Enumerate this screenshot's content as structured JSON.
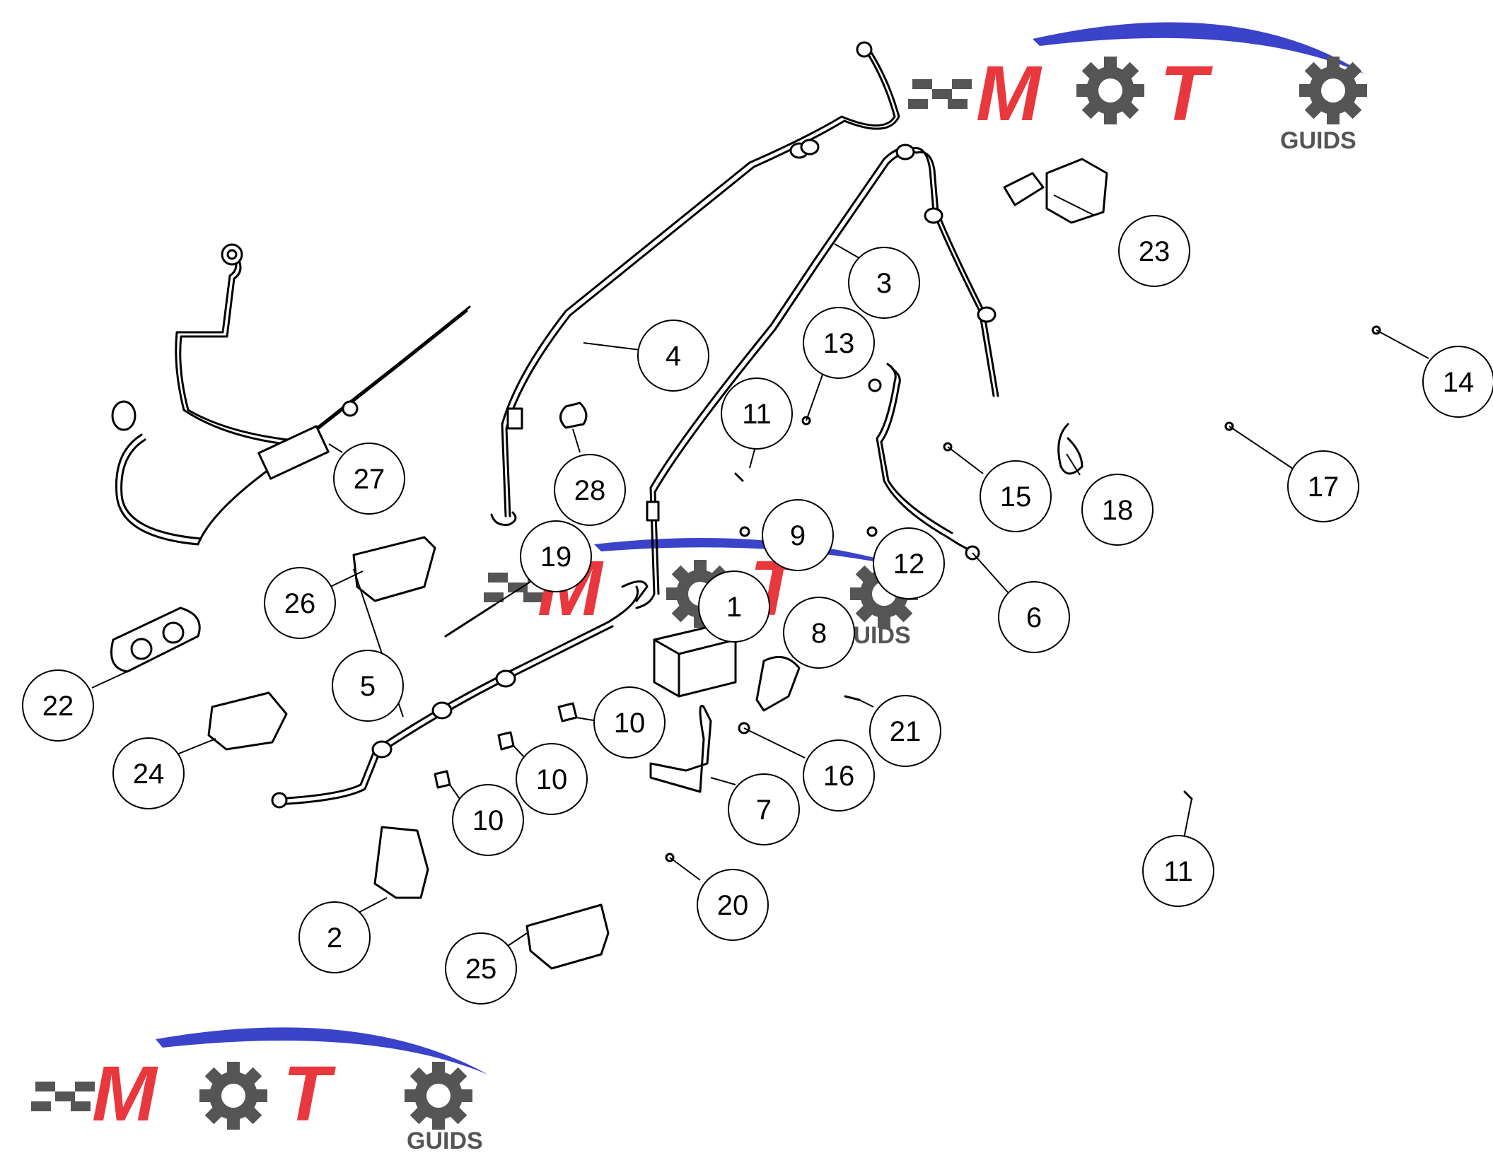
{
  "diagram": {
    "callouts": [
      {
        "id": "c1",
        "label": "1"
      },
      {
        "id": "c2",
        "label": "2"
      },
      {
        "id": "c3",
        "label": "3"
      },
      {
        "id": "c4",
        "label": "4"
      },
      {
        "id": "c5",
        "label": "5"
      },
      {
        "id": "c6",
        "label": "6"
      },
      {
        "id": "c7",
        "label": "7"
      },
      {
        "id": "c8",
        "label": "8"
      },
      {
        "id": "c9",
        "label": "9"
      },
      {
        "id": "c10a",
        "label": "10"
      },
      {
        "id": "c10b",
        "label": "10"
      },
      {
        "id": "c10c",
        "label": "10"
      },
      {
        "id": "c11a",
        "label": "11"
      },
      {
        "id": "c11b",
        "label": "11"
      },
      {
        "id": "c12",
        "label": "12"
      },
      {
        "id": "c13",
        "label": "13"
      },
      {
        "id": "c14",
        "label": "14"
      },
      {
        "id": "c15",
        "label": "15"
      },
      {
        "id": "c16",
        "label": "16"
      },
      {
        "id": "c17",
        "label": "17"
      },
      {
        "id": "c18",
        "label": "18"
      },
      {
        "id": "c19",
        "label": "19"
      },
      {
        "id": "c20",
        "label": "20"
      },
      {
        "id": "c21",
        "label": "21"
      },
      {
        "id": "c22",
        "label": "22"
      },
      {
        "id": "c23",
        "label": "23"
      },
      {
        "id": "c24",
        "label": "24"
      },
      {
        "id": "c25",
        "label": "25"
      },
      {
        "id": "c26",
        "label": "26"
      },
      {
        "id": "c27",
        "label": "27"
      },
      {
        "id": "c28",
        "label": "28"
      }
    ]
  },
  "watermark": {
    "brand": "MOTO GUIDS",
    "sub": "GUIDS",
    "colors": {
      "red": "#e8383d",
      "blue": "#3a43c9",
      "gray": "#555555"
    }
  }
}
